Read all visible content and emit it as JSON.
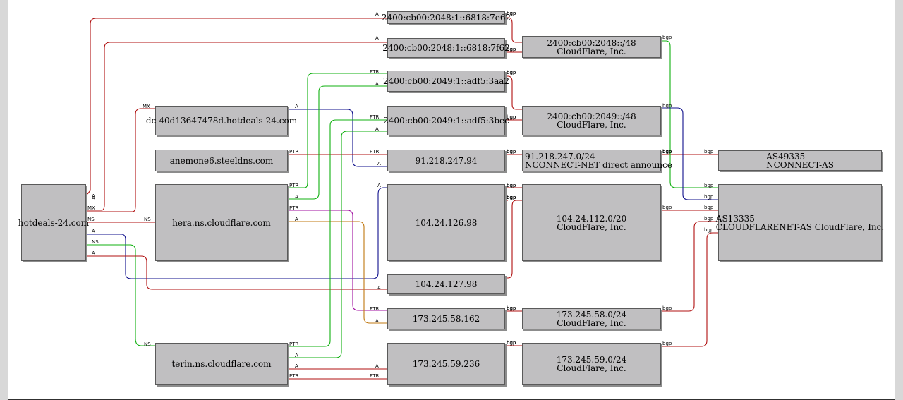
{
  "colors": {
    "red": "#b01010",
    "green": "#10b010",
    "blue": "#10108c",
    "purple": "#a010a0",
    "orange": "#c07810",
    "node_fill": "#c0bfc1"
  },
  "nodes": {
    "hotdeals": "hotdeals-24.com",
    "dc": "dc-40d13647478d.hotdeals-24.com",
    "anemone": "anemone6.steeldns.com",
    "hera": "hera.ns.cloudflare.com",
    "terin": "terin.ns.cloudflare.com",
    "ip_7e62": "2400:cb00:2048:1::6818:7e62",
    "ip_7f62": "2400:cb00:2048:1::6818:7f62",
    "ip_3aa2": "2400:cb00:2049:1::adf5:3aa2",
    "ip_3bec": "2400:cb00:2049:1::adf5:3bec",
    "ip_91": "91.218.247.94",
    "ip_104_126": "104.24.126.98",
    "ip_104_127": "104.24.127.98",
    "ip_173_58": "173.245.58.162",
    "ip_173_59": "173.245.59.236",
    "net_2048": {
      "l1": "2400:cb00:2048::/48",
      "l2": "CloudFlare, Inc."
    },
    "net_2049": {
      "l1": "2400:cb00:2049::/48",
      "l2": "CloudFlare, Inc."
    },
    "net_91": {
      "l1": "91.218.247.0/24",
      "l2": "NCONNECT-NET direct announce"
    },
    "net_104": {
      "l1": "104.24.112.0/20",
      "l2": "CloudFlare, Inc."
    },
    "net_173_58": {
      "l1": "173.245.58.0/24",
      "l2": "CloudFlare, Inc."
    },
    "net_173_59": {
      "l1": "173.245.59.0/24",
      "l2": "CloudFlare, Inc."
    },
    "as49335": {
      "l1": "AS49335",
      "l2": "NCONNECT-AS"
    },
    "as13335": {
      "l1": "AS13335",
      "l2": "CLOUDFLARENET-AS CloudFlare, Inc."
    }
  },
  "edges": [
    {
      "label": "A",
      "color": "red"
    },
    {
      "label": "A",
      "color": "red"
    },
    {
      "label": "MX",
      "color": "red"
    },
    {
      "label": "NS",
      "color": "red"
    },
    {
      "label": "A",
      "color": "blue"
    },
    {
      "label": "NS",
      "color": "green"
    },
    {
      "label": "A",
      "color": "red"
    },
    {
      "label": "A",
      "color": "blue"
    },
    {
      "label": "PTR",
      "color": "red"
    },
    {
      "label": "PTR",
      "color": "green"
    },
    {
      "label": "A",
      "color": "green"
    },
    {
      "label": "PTR",
      "color": "purple"
    },
    {
      "label": "A",
      "color": "orange"
    },
    {
      "label": "PTR",
      "color": "green"
    },
    {
      "label": "A",
      "color": "green"
    },
    {
      "label": "A",
      "color": "red"
    },
    {
      "label": "PTR",
      "color": "red"
    },
    {
      "label": "bgp",
      "color": "red"
    },
    {
      "label": "bgp",
      "color": "red"
    },
    {
      "label": "bgp",
      "color": "red"
    },
    {
      "label": "bgp",
      "color": "red"
    },
    {
      "label": "bgp",
      "color": "red"
    },
    {
      "label": "bgp",
      "color": "red"
    },
    {
      "label": "bgp",
      "color": "red"
    },
    {
      "label": "bgp",
      "color": "red"
    },
    {
      "label": "bgp",
      "color": "red"
    },
    {
      "label": "bgp",
      "color": "red"
    },
    {
      "label": "bgp",
      "color": "red"
    },
    {
      "label": "bgp",
      "color": "green"
    },
    {
      "label": "bgp",
      "color": "blue"
    },
    {
      "label": "bgp",
      "color": "red"
    },
    {
      "label": "bgp",
      "color": "red"
    },
    {
      "label": "bgp",
      "color": "red"
    },
    {
      "label": "bgp",
      "color": "red"
    }
  ]
}
